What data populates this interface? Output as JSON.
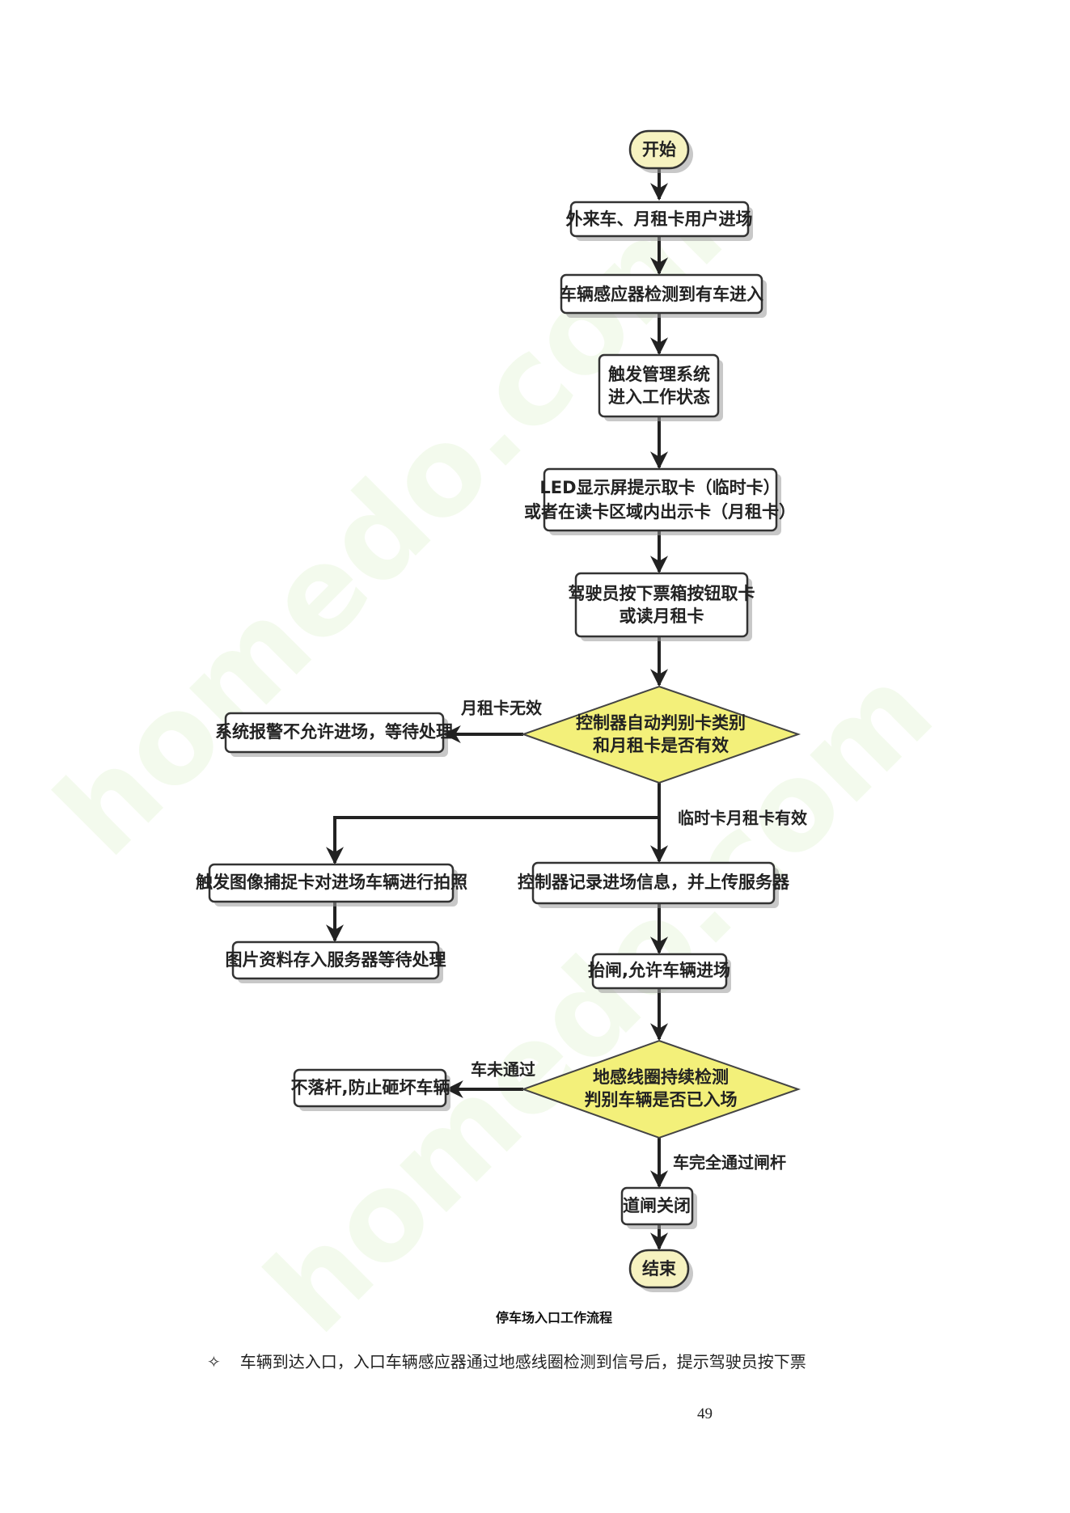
{
  "flowchart": {
    "start": "开始",
    "end": "结束",
    "steps": [
      [
        "外来车、月租卡用户进场"
      ],
      [
        "车辆感应器检测到有车进入"
      ],
      [
        "触发管理系统",
        "进入工作状态"
      ],
      [
        "LED显示屏提示取卡（临时卡）",
        "或者在读卡区域内出示卡（月租卡）"
      ],
      [
        "驾驶员按下票箱按钮取卡",
        "或读月租卡"
      ]
    ],
    "decision1": [
      "控制器自动判别卡类别",
      "和月租卡是否有效"
    ],
    "decision1_no_label": "月租卡无效",
    "decision1_no_box": "系统报警不允许进场，等待处理",
    "decision1_yes_label": "临时卡月租卡有效",
    "left_branch": [
      "触发图像捕捉卡对进场车辆进行拍照",
      "图片资料存入服务器等待处理"
    ],
    "right_branch": [
      "控制器记录进场信息，并上传服务器",
      "抬闸,允许车辆进场"
    ],
    "decision2": [
      "地感线圈持续检测",
      "判别车辆是否已入场"
    ],
    "decision2_no_label": "车未通过",
    "decision2_no_box": "不落杆,防止砸坏车辆",
    "decision2_yes_label": "车完全通过闸杆",
    "close_box": "道闸关闭"
  },
  "caption": "停车场入口工作流程",
  "bullet": {
    "mark": "✧",
    "text": "车辆到达入口，入口车辆感应器通过地感线圈检测到信号后，提示驾驶员按下票"
  },
  "page_number": "49",
  "colors": {
    "decision": "#f3f07a",
    "terminator": "#f6f2c0"
  }
}
